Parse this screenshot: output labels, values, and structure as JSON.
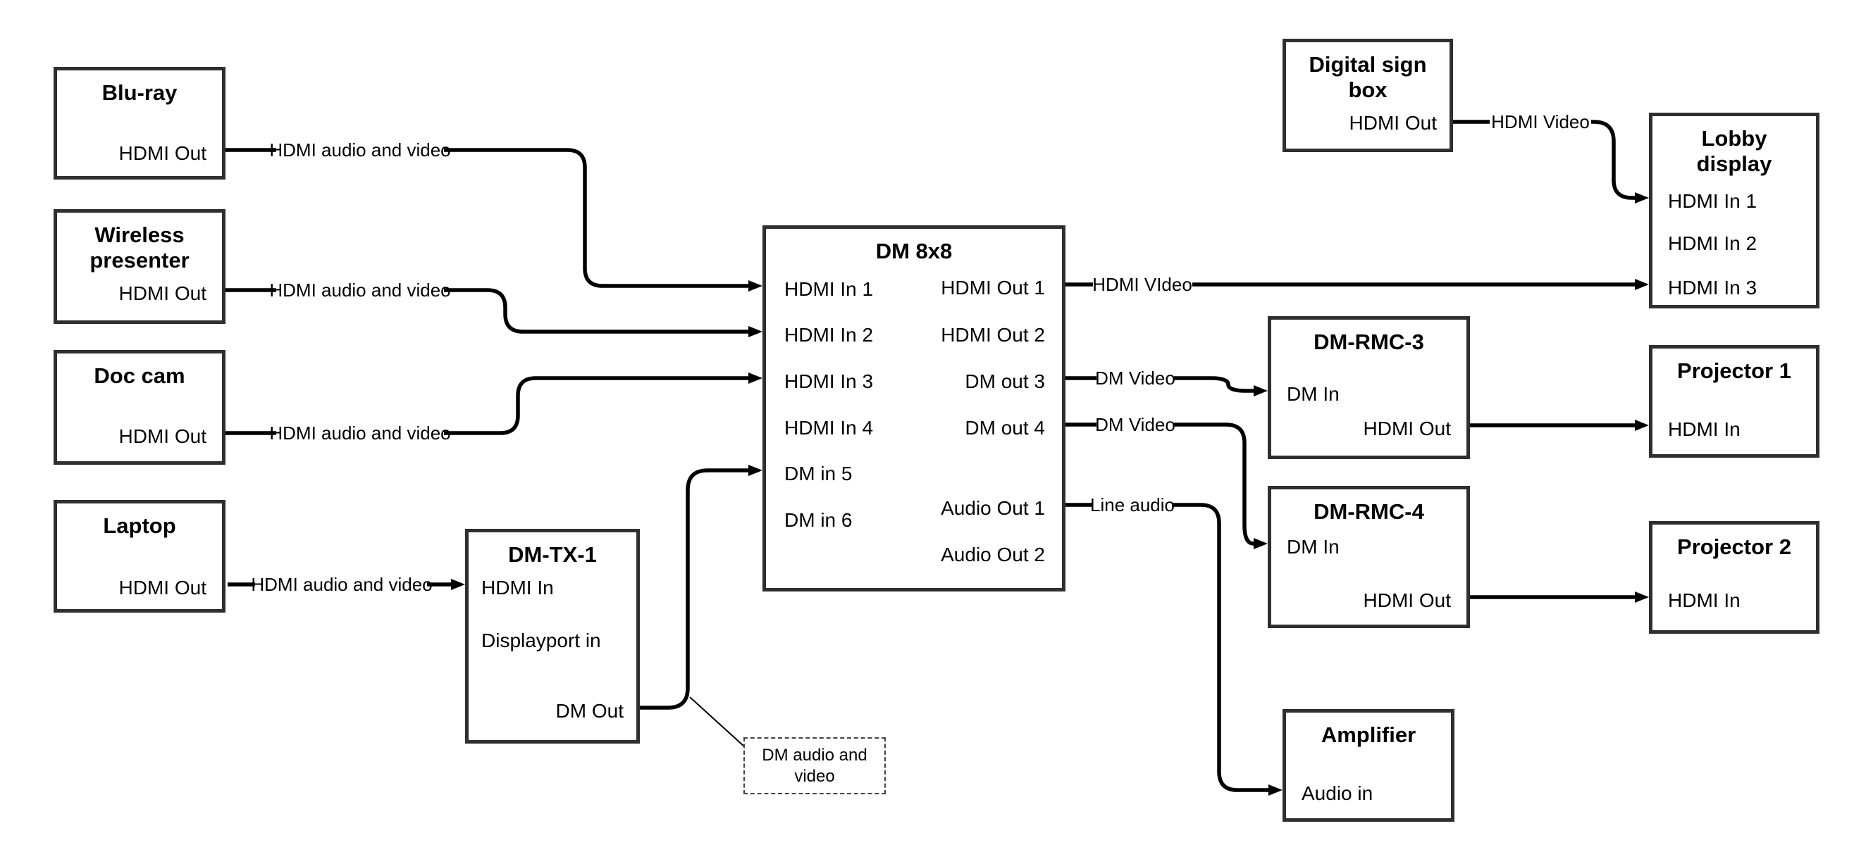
{
  "nodes": {
    "bluray": {
      "title": "Blu-ray",
      "port": "HDMI Out"
    },
    "wireless": {
      "title": "Wireless presenter",
      "port": "HDMI Out"
    },
    "doccam": {
      "title": "Doc cam",
      "port": "HDMI Out"
    },
    "laptop": {
      "title": "Laptop",
      "port": "HDMI Out"
    },
    "dmtx1": {
      "title": "DM-TX-1",
      "ports": [
        "HDMI In",
        "Displayport in",
        "DM Out"
      ]
    },
    "dm8x8": {
      "title": "DM 8x8",
      "left_ports": [
        "HDMI In 1",
        "HDMI In 2",
        "HDMI In 3",
        "HDMI In 4",
        "DM in 5",
        "DM in 6"
      ],
      "right_ports": [
        "HDMI Out 1",
        "HDMI Out 2",
        "DM out 3",
        "DM out 4",
        "Audio Out 1",
        "Audio Out 2"
      ]
    },
    "digsign": {
      "title": "Digital sign box",
      "port": "HDMI Out"
    },
    "lobby": {
      "title": "Lobby display",
      "ports": [
        "HDMI In 1",
        "HDMI In 2",
        "HDMI In 3"
      ]
    },
    "rmc3": {
      "title": "DM-RMC-3",
      "port_in": "DM In",
      "port_out": "HDMI Out"
    },
    "proj1": {
      "title": "Projector 1",
      "port": "HDMI In"
    },
    "rmc4": {
      "title": "DM-RMC-4",
      "port_in": "DM In",
      "port_out": "HDMI Out"
    },
    "proj2": {
      "title": "Projector 2",
      "port": "HDMI In"
    },
    "amp": {
      "title": "Amplifier",
      "port": "Audio in"
    }
  },
  "edges": {
    "bluray_to_dm8x8": {
      "label": "HDMI audio and video"
    },
    "wireless_to_dm8x8": {
      "label": "HDMI audio and video"
    },
    "doccam_to_dm8x8": {
      "label": "HDMI audio and video"
    },
    "laptop_to_dmtx1": {
      "label": "HDMI audio and video"
    },
    "dm8x8_to_lobby": {
      "label": "HDMI VIdeo"
    },
    "dm8x8_to_rmc3": {
      "label": "DM Video"
    },
    "dm8x8_to_rmc4": {
      "label": "DM Video"
    },
    "dm8x8_to_amp": {
      "label": "Line audio"
    },
    "digsign_to_lobby": {
      "label": "HDMI Video"
    }
  },
  "note": {
    "text": "DM audio and video"
  },
  "colors": {
    "wire": "#000000",
    "box_border": "#2f2f2f",
    "text": "#000000",
    "background": "#ffffff"
  }
}
